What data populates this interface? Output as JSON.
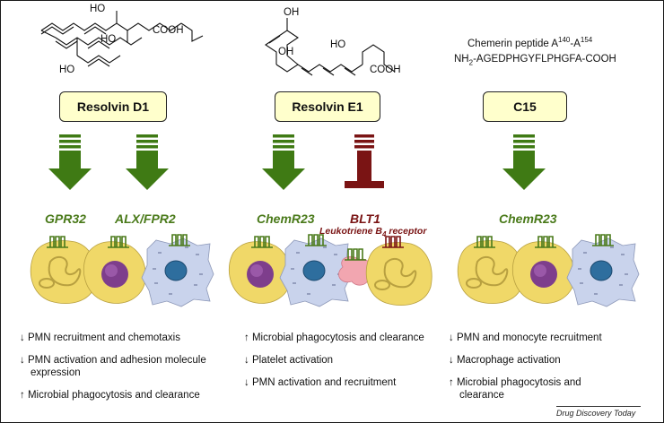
{
  "peptide": {
    "title": "Chemerin peptide A",
    "sup1": "140",
    "dash": "-A",
    "sup2": "154",
    "nh": "NH",
    "sub": "2",
    "seq": "-AGEDPHGYFLPHGFA-COOH"
  },
  "chem_labels": {
    "ho1": "HO",
    "ho2": "HO",
    "ho3": "HO",
    "cooh1": "COOH",
    "oh1": "OH",
    "oh2": "OH",
    "ho4": "HO",
    "cooh2": "COOH"
  },
  "compounds": [
    "Resolvin D1",
    "Resolvin E1",
    "C15"
  ],
  "receptors": {
    "gpr32": "GPR32",
    "alx": "ALX/FPR2",
    "chemr23_a": "ChemR23",
    "blt1": "BLT1",
    "blt1_sub_pre": "Leukotriene B",
    "blt1_sub_num": "4",
    "blt1_sub_post": " receptor",
    "chemr23_b": "ChemR23"
  },
  "effects": {
    "rvd1": [
      "↓ PMN recruitment and chemotaxis",
      "↓ PMN activation and adhesion molecule",
      "expression",
      "↑ Microbial phagocytosis and clearance"
    ],
    "rve1": [
      "↑ Microbial phagocytosis and clearance",
      "↓ Platelet activation",
      "↓ PMN activation and recruitment"
    ],
    "c15": [
      "↓ PMN and monocyte recruitment",
      "↓ Macrophage activation",
      "↑ Microbial phagocytosis and",
      "clearance"
    ]
  },
  "credit": "Drug Discovery Today",
  "colors": {
    "arrow_green": "#3f7a14",
    "block_red": "#7a1414",
    "box_fill": "#ffffcc",
    "pmn": "#f0d868",
    "macrophage": "#c9d3ec",
    "platelet": "#f2a6b0",
    "receptor_green": "#4a7a1a"
  }
}
